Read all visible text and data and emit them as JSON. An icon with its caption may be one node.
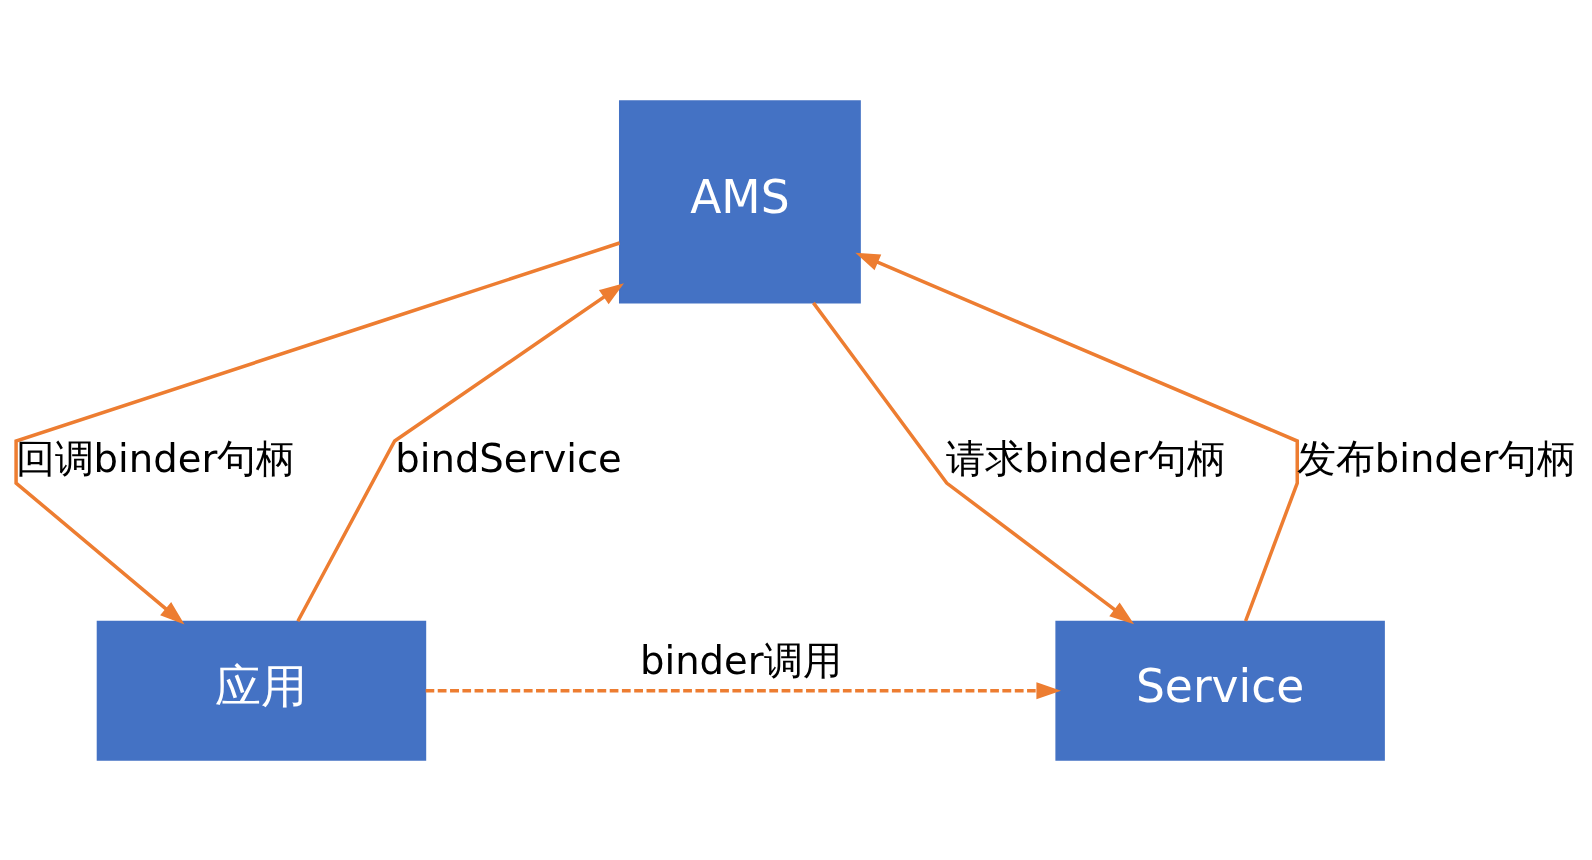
{
  "diagram": {
    "nodes": [
      {
        "text": [
          "AMS"
        ]
      },
      {
        "text": [
          "应用"
        ]
      },
      {
        "text": [
          "Service"
        ]
      }
    ],
    "edges": [
      {
        "from": 1,
        "to": 0,
        "arrow": "to",
        "label": "bindService"
      },
      {
        "from": 0,
        "to": 2,
        "arrow": "to",
        "label": "请求binder句柄"
      },
      {
        "from": 2,
        "to": 0,
        "arrow": "to",
        "label": "发布binder句柄"
      },
      {
        "from": 0,
        "to": 1,
        "arrow": "to",
        "label": "回调binder句柄"
      },
      {
        "from": 1,
        "to": 2,
        "arrow": "to",
        "label": "binder调用",
        "style": "dashed"
      }
    ]
  }
}
